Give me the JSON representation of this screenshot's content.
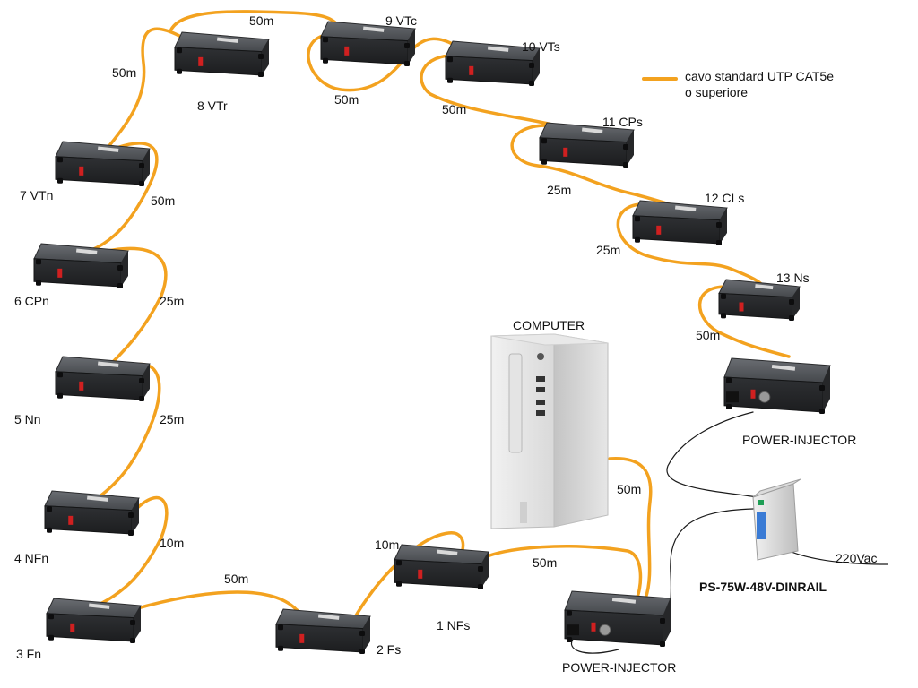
{
  "colors": {
    "cable": "#f3a21f",
    "power": "#222222",
    "device": "#3b3d40"
  },
  "legend": {
    "line1": "cavo standard UTP CAT5e",
    "line2": "o superiore"
  },
  "devices": {
    "d1": "1 NFs",
    "d2": "2 Fs",
    "d3": "3 Fn",
    "d4": "4 NFn",
    "d5": "5 Nn",
    "d6": "6 CPn",
    "d7": "7 VTn",
    "d8": "8 VTr",
    "d9": "9 VTc",
    "d10": "10 VTs",
    "d11": "11 CPs",
    "d12": "12 CLs",
    "d13": "13 Ns"
  },
  "computer": "COMPUTER",
  "injector_top": "POWER-INJECTOR",
  "injector_bottom": "POWER-INJECTOR",
  "psu": "PS-75W-48V-DINRAIL",
  "mains": "220Vac",
  "distances": {
    "d8_9": "50m",
    "d7_8": "50m",
    "d9_10": "50m",
    "d10_11": "50m",
    "d6_7": "50m",
    "d11_12": "25m",
    "d12_13": "25m",
    "d13_inj": "50m",
    "d5_6": "25m",
    "d4_5": "25m",
    "d3_4": "10m",
    "d2_3": "50m",
    "d1_2": "10m",
    "d1_inj": "50m",
    "pc_inj": "50m"
  }
}
